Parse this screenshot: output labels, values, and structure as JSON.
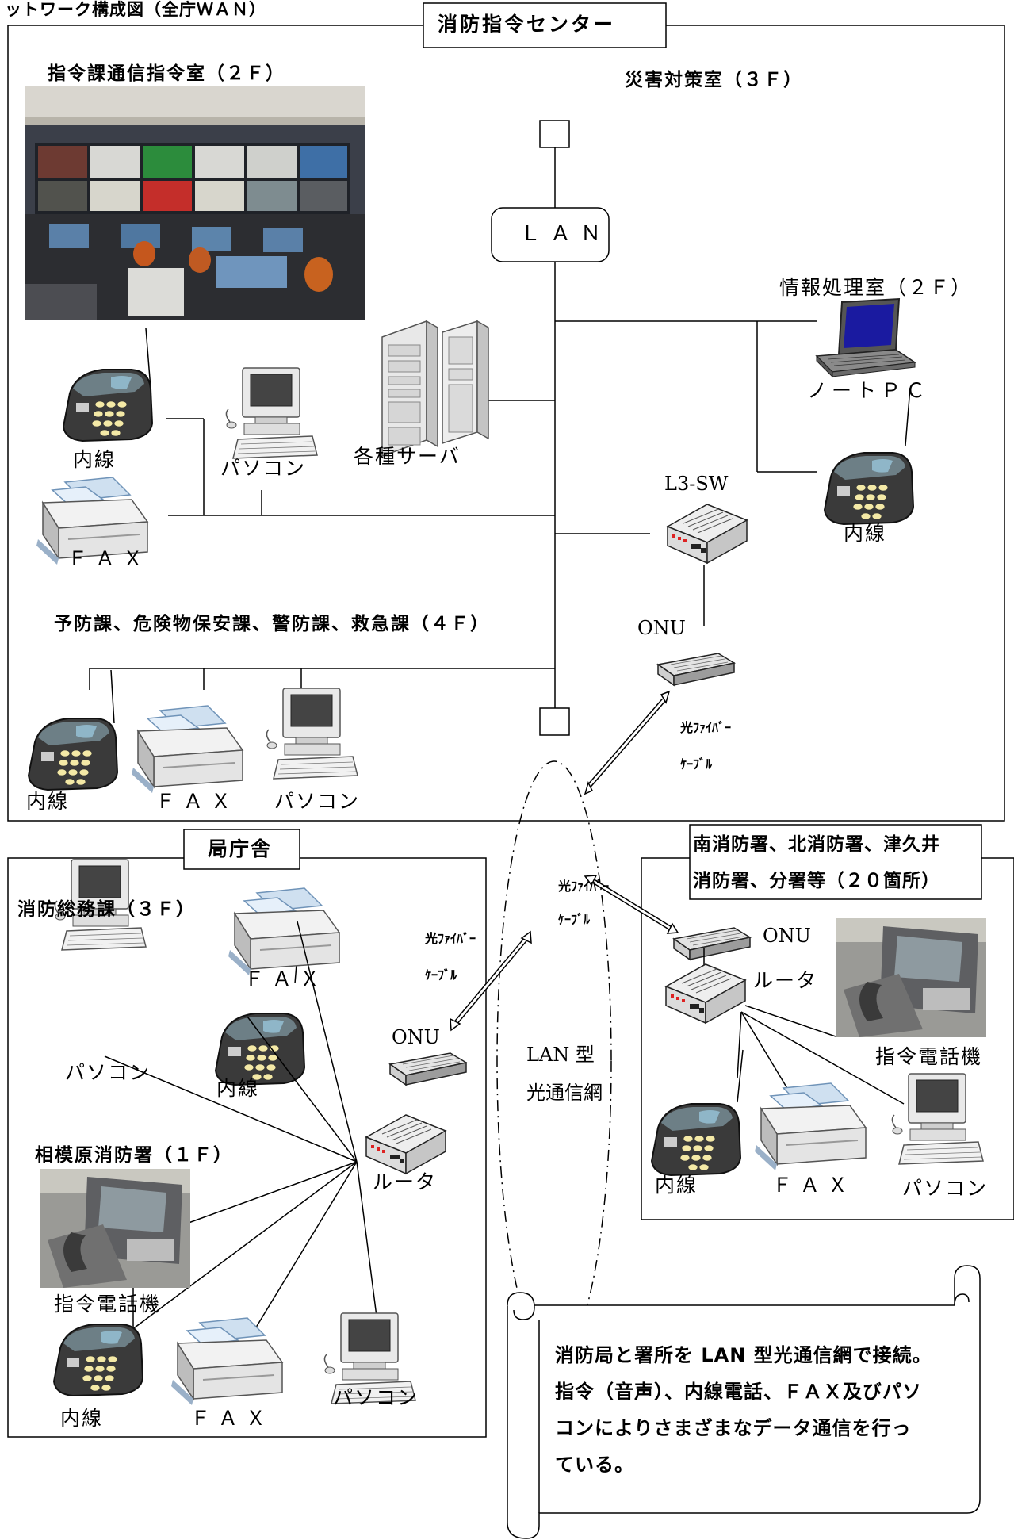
{
  "title": "ットワーク構成図（全庁ＷＡＮ）",
  "center": {
    "title": "消防指令センター",
    "room_2f": "指令課通信指令室（２Ｆ）",
    "room_3f": "災害対策室（３Ｆ）",
    "room_info": "情報処理室（２Ｆ）",
    "room_4f": "予防課、危険物保安課、警防課、救急課（４Ｆ）",
    "lan": "ＬＡＮ",
    "servers": "各種サーバ",
    "l3sw": "L3-SW",
    "onu": "ONU",
    "notepc": "ノートＰＣ",
    "naisen": "内線",
    "fax": "ＦＡＸ",
    "pc": "パソコン"
  },
  "hq": {
    "title": "局庁舎",
    "room_soumu": "消防総務課（３Ｆ）",
    "room_sagami": "相模原消防署（１Ｆ）",
    "fax": "ＦＡＸ",
    "pc": "パソコン",
    "naisen": "内線",
    "onu": "ONU",
    "router": "ルータ",
    "cmd_phone": "指令電話機"
  },
  "branch": {
    "title_line1": "南消防署、北消防署、津久井",
    "title_line2": "消防署、分署等（２０箇所）",
    "onu": "ONU",
    "router": "ルータ",
    "cmd_phone": "指令電話機",
    "naisen": "内線",
    "fax": "ＦＡＸ",
    "pc": "パソコン"
  },
  "network": {
    "fiber_line1": "光ﾌｧｲﾊﾞｰ",
    "fiber_line2": "ｹｰﾌﾞﾙ",
    "lan_type_line1": "LAN 型",
    "lan_type_line2": "光通信網"
  },
  "note": {
    "line1": "消防局と署所を LAN 型光通信網で接続。",
    "line2": "指令（音声）、内線電話、ＦＡＸ及びパソ",
    "line3": "コンによりさまざまなデータ通信を行っ",
    "line4": "ている。"
  }
}
